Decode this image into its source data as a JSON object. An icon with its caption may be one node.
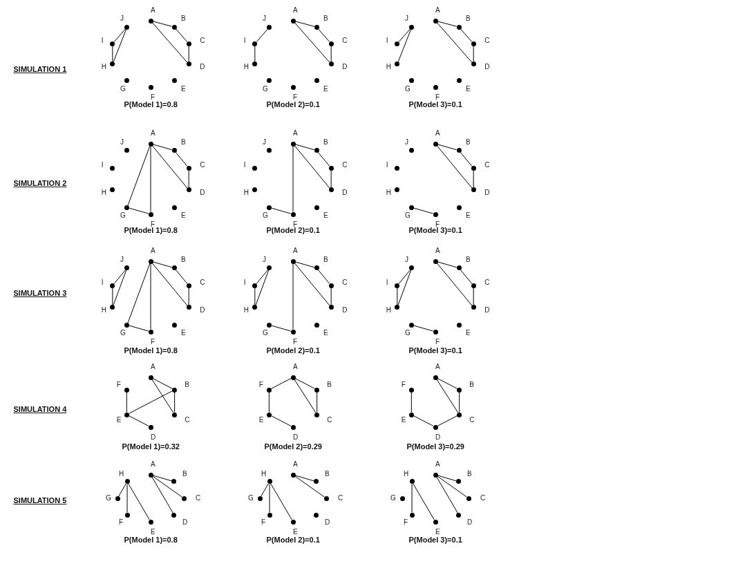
{
  "diagram": {
    "nodes": [
      {
        "text": [
          "A"
        ]
      },
      {
        "text": [
          "B"
        ]
      },
      {
        "text": [
          "C"
        ]
      },
      {
        "text": [
          "D"
        ]
      },
      {
        "text": [
          "E"
        ]
      },
      {
        "text": [
          "F"
        ]
      },
      {
        "text": [
          "G"
        ]
      },
      {
        "text": [
          "H"
        ]
      },
      {
        "text": [
          "I"
        ]
      },
      {
        "text": [
          "J"
        ]
      },
      {
        "text": [
          "A"
        ]
      },
      {
        "text": [
          "B"
        ]
      },
      {
        "text": [
          "C"
        ]
      },
      {
        "text": [
          "D"
        ]
      },
      {
        "text": [
          "E"
        ]
      },
      {
        "text": [
          "F"
        ]
      },
      {
        "text": [
          "G"
        ]
      },
      {
        "text": [
          "H"
        ]
      },
      {
        "text": [
          "I"
        ]
      },
      {
        "text": [
          "J"
        ]
      },
      {
        "text": [
          "A"
        ]
      },
      {
        "text": [
          "B"
        ]
      },
      {
        "text": [
          "C"
        ]
      },
      {
        "text": [
          "D"
        ]
      },
      {
        "text": [
          "E"
        ]
      },
      {
        "text": [
          "F"
        ]
      },
      {
        "text": [
          "G"
        ]
      },
      {
        "text": [
          "H"
        ]
      },
      {
        "text": [
          "I"
        ]
      },
      {
        "text": [
          "J"
        ]
      },
      {
        "text": [
          "A"
        ]
      },
      {
        "text": [
          "B"
        ]
      },
      {
        "text": [
          "C"
        ]
      },
      {
        "text": [
          "D"
        ]
      },
      {
        "text": [
          "E"
        ]
      },
      {
        "text": [
          "F"
        ]
      },
      {
        "text": [
          "G"
        ]
      },
      {
        "text": [
          "H"
        ]
      },
      {
        "text": [
          "I"
        ]
      },
      {
        "text": [
          "J"
        ]
      },
      {
        "text": [
          "A"
        ]
      },
      {
        "text": [
          "B"
        ]
      },
      {
        "text": [
          "C"
        ]
      },
      {
        "text": [
          "D"
        ]
      },
      {
        "text": [
          "E"
        ]
      },
      {
        "text": [
          "F"
        ]
      },
      {
        "text": [
          "G"
        ]
      },
      {
        "text": [
          "H"
        ]
      },
      {
        "text": [
          "I"
        ]
      },
      {
        "text": [
          "J"
        ]
      },
      {
        "text": [
          "A"
        ]
      },
      {
        "text": [
          "B"
        ]
      },
      {
        "text": [
          "C"
        ]
      },
      {
        "text": [
          "D"
        ]
      },
      {
        "text": [
          "E"
        ]
      },
      {
        "text": [
          "F"
        ]
      },
      {
        "text": [
          "G"
        ]
      },
      {
        "text": [
          "H"
        ]
      },
      {
        "text": [
          "I"
        ]
      },
      {
        "text": [
          "J"
        ]
      },
      {
        "text": [
          "A"
        ]
      },
      {
        "text": [
          "B"
        ]
      },
      {
        "text": [
          "C"
        ]
      },
      {
        "text": [
          "D"
        ]
      },
      {
        "text": [
          "E"
        ]
      },
      {
        "text": [
          "F"
        ]
      },
      {
        "text": [
          "G"
        ]
      },
      {
        "text": [
          "H"
        ]
      },
      {
        "text": [
          "I"
        ]
      },
      {
        "text": [
          "J"
        ]
      },
      {
        "text": [
          "A"
        ]
      },
      {
        "text": [
          "B"
        ]
      },
      {
        "text": [
          "C"
        ]
      },
      {
        "text": [
          "D"
        ]
      },
      {
        "text": [
          "E"
        ]
      },
      {
        "text": [
          "F"
        ]
      },
      {
        "text": [
          "G"
        ]
      },
      {
        "text": [
          "H"
        ]
      },
      {
        "text": [
          "I"
        ]
      },
      {
        "text": [
          "J"
        ]
      },
      {
        "text": [
          "A"
        ]
      },
      {
        "text": [
          "B"
        ]
      },
      {
        "text": [
          "C"
        ]
      },
      {
        "text": [
          "D"
        ]
      },
      {
        "text": [
          "E"
        ]
      },
      {
        "text": [
          "F"
        ]
      },
      {
        "text": [
          "G"
        ]
      },
      {
        "text": [
          "H"
        ]
      },
      {
        "text": [
          "I"
        ]
      },
      {
        "text": [
          "J"
        ]
      },
      {
        "text": [
          "A"
        ]
      },
      {
        "text": [
          "B"
        ]
      },
      {
        "text": [
          "C"
        ]
      },
      {
        "text": [
          "D"
        ]
      },
      {
        "text": [
          "E"
        ]
      },
      {
        "text": [
          "F"
        ]
      },
      {
        "text": [
          "A"
        ]
      },
      {
        "text": [
          "B"
        ]
      },
      {
        "text": [
          "C"
        ]
      },
      {
        "text": [
          "D"
        ]
      },
      {
        "text": [
          "E"
        ]
      },
      {
        "text": [
          "F"
        ]
      },
      {
        "text": [
          "A"
        ]
      },
      {
        "text": [
          "B"
        ]
      },
      {
        "text": [
          "C"
        ]
      },
      {
        "text": [
          "D"
        ]
      },
      {
        "text": [
          "E"
        ]
      },
      {
        "text": [
          "F"
        ]
      },
      {
        "text": [
          "A"
        ]
      },
      {
        "text": [
          "B"
        ]
      },
      {
        "text": [
          "C"
        ]
      },
      {
        "text": [
          "D"
        ]
      },
      {
        "text": [
          "E"
        ]
      },
      {
        "text": [
          "F"
        ]
      },
      {
        "text": [
          "G"
        ]
      },
      {
        "text": [
          "H"
        ]
      },
      {
        "text": [
          "A"
        ]
      },
      {
        "text": [
          "B"
        ]
      },
      {
        "text": [
          "C"
        ]
      },
      {
        "text": [
          "D"
        ]
      },
      {
        "text": [
          "E"
        ]
      },
      {
        "text": [
          "F"
        ]
      },
      {
        "text": [
          "G"
        ]
      },
      {
        "text": [
          "H"
        ]
      },
      {
        "text": [
          "A"
        ]
      },
      {
        "text": [
          "B"
        ]
      },
      {
        "text": [
          "C"
        ]
      },
      {
        "text": [
          "D"
        ]
      },
      {
        "text": [
          "E"
        ]
      },
      {
        "text": [
          "F"
        ]
      },
      {
        "text": [
          "G"
        ]
      },
      {
        "text": [
          "H"
        ]
      }
    ],
    "edges": [
      {
        "from": 9,
        "to": 8,
        "arrow": "none"
      },
      {
        "from": 8,
        "to": 7,
        "arrow": "none"
      },
      {
        "from": 7,
        "to": 9,
        "arrow": "none"
      },
      {
        "from": 0,
        "to": 1,
        "arrow": "none"
      },
      {
        "from": 1,
        "to": 2,
        "arrow": "none"
      },
      {
        "from": 2,
        "to": 3,
        "arrow": "none"
      },
      {
        "from": 0,
        "to": 3,
        "arrow": "none"
      },
      {
        "from": 19,
        "to": 18,
        "arrow": "none"
      },
      {
        "from": 18,
        "to": 17,
        "arrow": "none"
      },
      {
        "from": 10,
        "to": 11,
        "arrow": "none"
      },
      {
        "from": 11,
        "to": 12,
        "arrow": "none"
      },
      {
        "from": 12,
        "to": 13,
        "arrow": "none"
      },
      {
        "from": 10,
        "to": 13,
        "arrow": "none"
      },
      {
        "from": 29,
        "to": 28,
        "arrow": "none"
      },
      {
        "from": 29,
        "to": 27,
        "arrow": "none"
      },
      {
        "from": 20,
        "to": 21,
        "arrow": "none"
      },
      {
        "from": 21,
        "to": 22,
        "arrow": "none"
      },
      {
        "from": 22,
        "to": 23,
        "arrow": "none"
      },
      {
        "from": 20,
        "to": 23,
        "arrow": "none"
      },
      {
        "from": 30,
        "to": 31,
        "arrow": "none"
      },
      {
        "from": 31,
        "to": 32,
        "arrow": "none"
      },
      {
        "from": 32,
        "to": 33,
        "arrow": "none"
      },
      {
        "from": 30,
        "to": 33,
        "arrow": "none"
      },
      {
        "from": 30,
        "to": 35,
        "arrow": "none"
      },
      {
        "from": 30,
        "to": 36,
        "arrow": "none"
      },
      {
        "from": 36,
        "to": 35,
        "arrow": "none"
      },
      {
        "from": 40,
        "to": 41,
        "arrow": "none"
      },
      {
        "from": 41,
        "to": 42,
        "arrow": "none"
      },
      {
        "from": 42,
        "to": 43,
        "arrow": "none"
      },
      {
        "from": 40,
        "to": 43,
        "arrow": "none"
      },
      {
        "from": 40,
        "to": 45,
        "arrow": "none"
      },
      {
        "from": 46,
        "to": 45,
        "arrow": "none"
      },
      {
        "from": 50,
        "to": 51,
        "arrow": "none"
      },
      {
        "from": 51,
        "to": 52,
        "arrow": "none"
      },
      {
        "from": 52,
        "to": 53,
        "arrow": "none"
      },
      {
        "from": 50,
        "to": 53,
        "arrow": "none"
      },
      {
        "from": 56,
        "to": 55,
        "arrow": "none"
      },
      {
        "from": 69,
        "to": 68,
        "arrow": "none"
      },
      {
        "from": 68,
        "to": 67,
        "arrow": "none"
      },
      {
        "from": 67,
        "to": 69,
        "arrow": "none"
      },
      {
        "from": 60,
        "to": 61,
        "arrow": "none"
      },
      {
        "from": 61,
        "to": 62,
        "arrow": "none"
      },
      {
        "from": 62,
        "to": 63,
        "arrow": "none"
      },
      {
        "from": 60,
        "to": 63,
        "arrow": "none"
      },
      {
        "from": 60,
        "to": 65,
        "arrow": "none"
      },
      {
        "from": 60,
        "to": 66,
        "arrow": "none"
      },
      {
        "from": 66,
        "to": 65,
        "arrow": "none"
      },
      {
        "from": 79,
        "to": 78,
        "arrow": "none"
      },
      {
        "from": 78,
        "to": 77,
        "arrow": "none"
      },
      {
        "from": 77,
        "to": 79,
        "arrow": "none"
      },
      {
        "from": 70,
        "to": 71,
        "arrow": "none"
      },
      {
        "from": 71,
        "to": 72,
        "arrow": "none"
      },
      {
        "from": 72,
        "to": 73,
        "arrow": "none"
      },
      {
        "from": 70,
        "to": 73,
        "arrow": "none"
      },
      {
        "from": 70,
        "to": 75,
        "arrow": "none"
      },
      {
        "from": 76,
        "to": 75,
        "arrow": "none"
      },
      {
        "from": 89,
        "to": 88,
        "arrow": "none"
      },
      {
        "from": 88,
        "to": 87,
        "arrow": "none"
      },
      {
        "from": 87,
        "to": 89,
        "arrow": "none"
      },
      {
        "from": 80,
        "to": 81,
        "arrow": "none"
      },
      {
        "from": 81,
        "to": 82,
        "arrow": "none"
      },
      {
        "from": 82,
        "to": 83,
        "arrow": "none"
      },
      {
        "from": 80,
        "to": 83,
        "arrow": "none"
      },
      {
        "from": 86,
        "to": 85,
        "arrow": "none"
      },
      {
        "from": 90,
        "to": 91,
        "arrow": "none"
      },
      {
        "from": 90,
        "to": 92,
        "arrow": "none"
      },
      {
        "from": 91,
        "to": 92,
        "arrow": "none"
      },
      {
        "from": 91,
        "to": 94,
        "arrow": "none"
      },
      {
        "from": 95,
        "to": 94,
        "arrow": "none"
      },
      {
        "from": 94,
        "to": 93,
        "arrow": "none"
      },
      {
        "from": 96,
        "to": 101,
        "arrow": "none"
      },
      {
        "from": 96,
        "to": 97,
        "arrow": "none"
      },
      {
        "from": 96,
        "to": 98,
        "arrow": "none"
      },
      {
        "from": 97,
        "to": 98,
        "arrow": "none"
      },
      {
        "from": 101,
        "to": 100,
        "arrow": "none"
      },
      {
        "from": 100,
        "to": 99,
        "arrow": "none"
      },
      {
        "from": 102,
        "to": 103,
        "arrow": "none"
      },
      {
        "from": 102,
        "to": 104,
        "arrow": "none"
      },
      {
        "from": 103,
        "to": 104,
        "arrow": "none"
      },
      {
        "from": 107,
        "to": 106,
        "arrow": "none"
      },
      {
        "from": 106,
        "to": 105,
        "arrow": "none"
      },
      {
        "from": 105,
        "to": 104,
        "arrow": "none"
      },
      {
        "from": 115,
        "to": 114,
        "arrow": "none"
      },
      {
        "from": 115,
        "to": 113,
        "arrow": "none"
      },
      {
        "from": 115,
        "to": 112,
        "arrow": "none"
      },
      {
        "from": 108,
        "to": 109,
        "arrow": "none"
      },
      {
        "from": 108,
        "to": 110,
        "arrow": "none"
      },
      {
        "from": 108,
        "to": 111,
        "arrow": "none"
      },
      {
        "from": 123,
        "to": 122,
        "arrow": "none"
      },
      {
        "from": 123,
        "to": 121,
        "arrow": "none"
      },
      {
        "from": 123,
        "to": 120,
        "arrow": "none"
      },
      {
        "from": 116,
        "to": 117,
        "arrow": "none"
      },
      {
        "from": 116,
        "to": 118,
        "arrow": "none"
      },
      {
        "from": 131,
        "to": 129,
        "arrow": "none"
      },
      {
        "from": 131,
        "to": 128,
        "arrow": "none"
      },
      {
        "from": 124,
        "to": 125,
        "arrow": "none"
      },
      {
        "from": 124,
        "to": 126,
        "arrow": "none"
      },
      {
        "from": 124,
        "to": 127,
        "arrow": "none"
      }
    ],
    "labels": [
      "SIMULATION 1",
      "P(Model 1)=0.8",
      "P(Model 2)=0.1",
      "P(Model 3)=0.1",
      "SIMULATION 2",
      "P(Model 1)=0.8",
      "P(Model 2)=0.1",
      "P(Model 3)=0.1",
      "SIMULATION 3",
      "P(Model 1)=0.8",
      "P(Model 2)=0.1",
      "P(Model 3)=0.1",
      "SIMULATION 4",
      "P(Model 1)=0.32",
      "P(Model 2)=0.29",
      "P(Model 3)=0.29",
      "SIMULATION 5",
      "P(Model 1)=0.8",
      "P(Model 2)=0.1",
      "P(Model 3)=0.1"
    ]
  }
}
